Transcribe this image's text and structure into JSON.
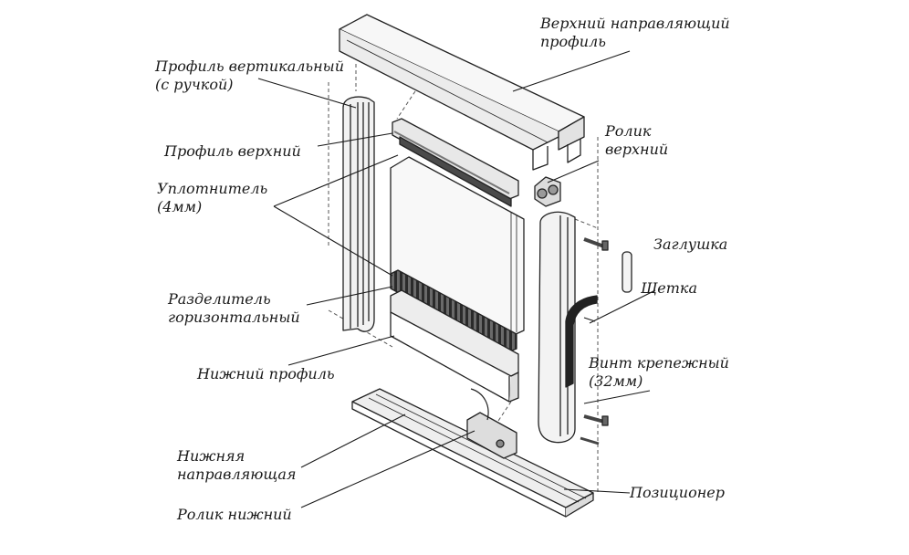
{
  "labels": {
    "top_guide": [
      "Верхний направляющий",
      "профиль"
    ],
    "vertical_profile": [
      "Профиль вертикальный",
      "(с ручкой)"
    ],
    "top_profile": "Профиль верхний",
    "top_roller": [
      "Ролик",
      "верхний"
    ],
    "seal": [
      "Уплотнитель",
      "(4мм)"
    ],
    "plug": "Заглушка",
    "brush": "Щетка",
    "divider": [
      "Разделитель",
      "горизонтальный"
    ],
    "screw": [
      "Винт крепежный",
      "(32мм)"
    ],
    "bottom_profile": "Нижний профиль",
    "bottom_guide": [
      "Нижняя",
      "направляющая"
    ],
    "positioner": "Позиционер",
    "bottom_roller": "Ролик нижний"
  }
}
